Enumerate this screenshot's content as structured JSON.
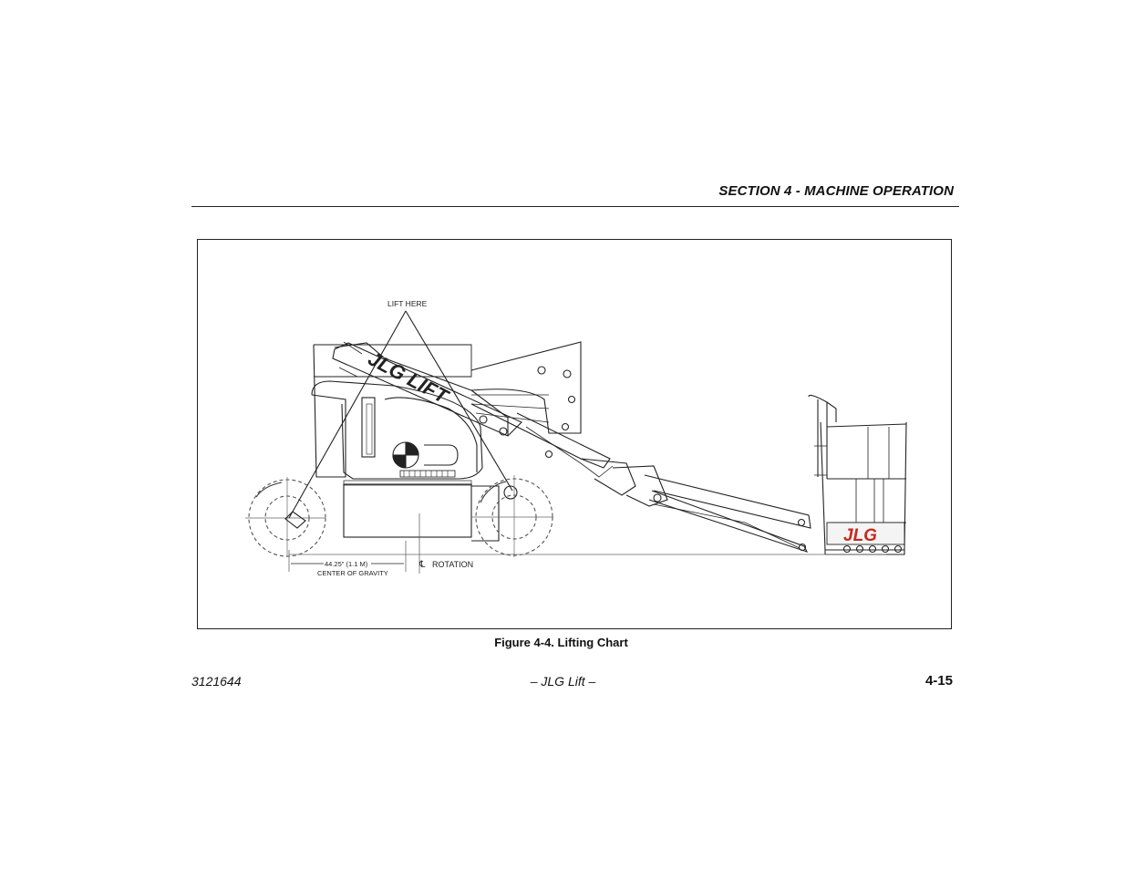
{
  "header": {
    "section_title": "SECTION 4 - MACHINE OPERATION"
  },
  "figure": {
    "labels": {
      "lift_here": "LIFT HERE",
      "cg_dimension": "44.25\" (1.1 M)",
      "cg_caption": "CENTER OF GRAVITY",
      "rotation": "ROTATION",
      "boom_logo": "JLG LIFT",
      "platform_logo": "JLG"
    },
    "caption": "Figure 4-4. Lifting Chart"
  },
  "footer": {
    "doc_number": "3121644",
    "title": "– JLG Lift –",
    "page": "4-15"
  },
  "colors": {
    "logo_red": "#c8281e",
    "line": "#222222",
    "dash": "#555555"
  }
}
